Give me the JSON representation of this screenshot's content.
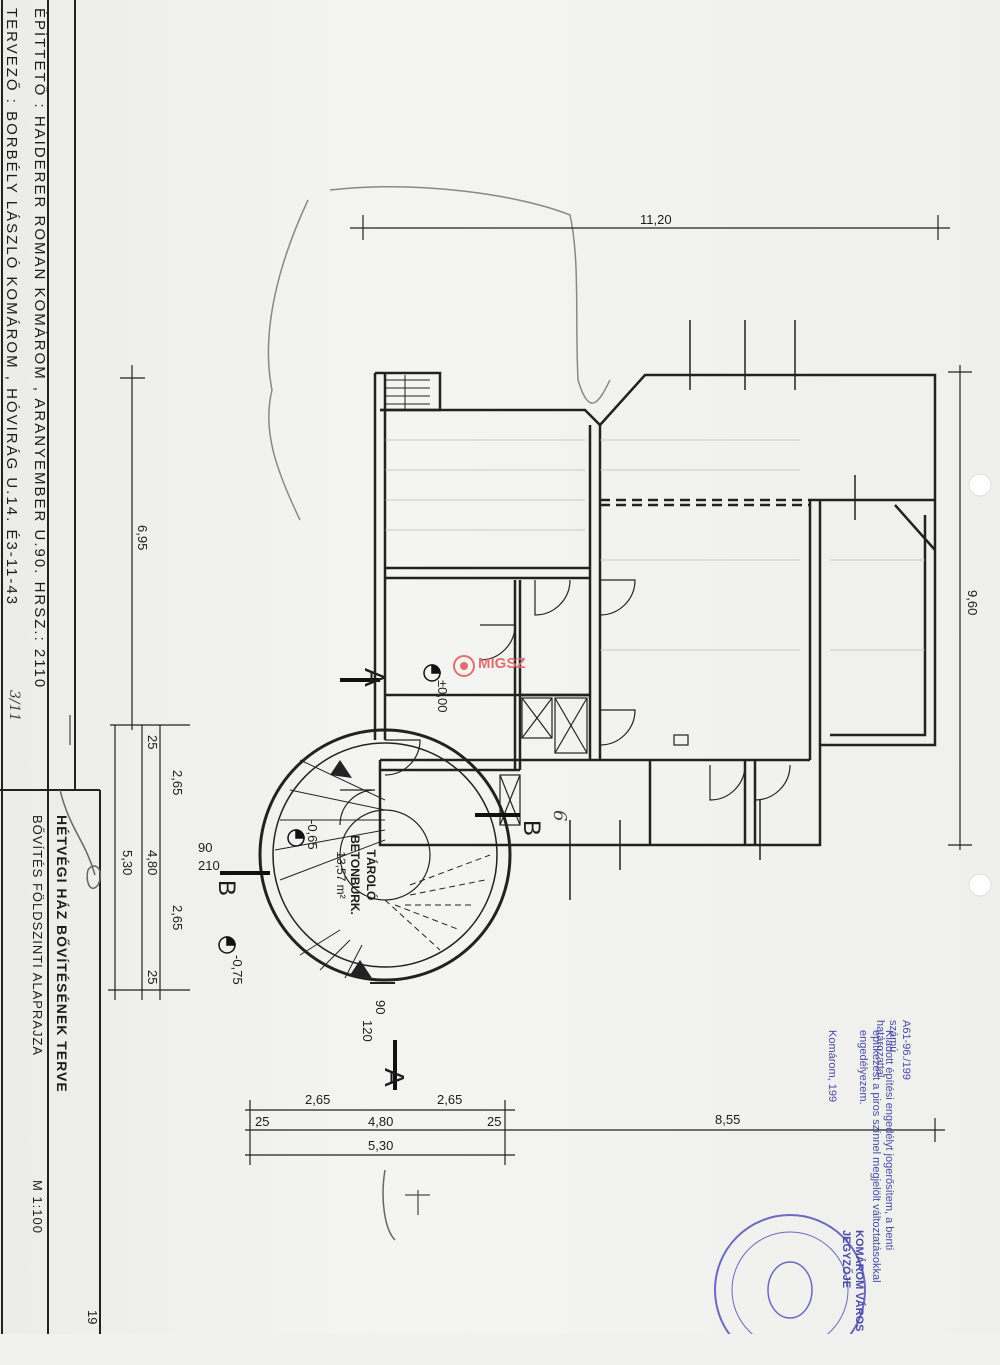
{
  "title_block": {
    "builder": "ÉPÍTTETŐ : HAIDERER ROMAN KOMÁROM , ARANYEMBER U.90. HRSZ.: 2110",
    "designer": "TERVEZŐ : BORBÉLY LÁSZLÓ KOMÁROM , HÓVIRÁG U.14. É3-11-43",
    "project_title": "HÉTVÉGI HÁZ BŐVÍTÉSÉNEK TERVE",
    "drawing_title": "BŐVÍTÉS FÖLDSZINTI ALAPRAJZA",
    "scale": "M 1:100",
    "sheet_no": "19"
  },
  "dimensions": {
    "top": "11,20",
    "right": "9,60",
    "left": "6,95",
    "right_bottom": "8,55",
    "left_a": "2,65",
    "left_b": "4,80",
    "left_c": "2,65",
    "left_d": "5,30",
    "left_25a": "25",
    "left_25b": "25",
    "left_90": "90",
    "left_210": "210",
    "bot_a": "2,65",
    "bot_b": "2,65",
    "bot_c": "4,80",
    "bot_d": "5,30",
    "bot_25a": "25",
    "bot_25b": "25",
    "bot_90": "90",
    "bot_120": "120"
  },
  "levels": {
    "floor": "±0,00",
    "storage": "-0,65",
    "outside": "-0,75"
  },
  "room": {
    "name": "TÁROLÓ",
    "type": "BETONBURK.",
    "area": "13,57 m²"
  },
  "section_marks": {
    "a": "A",
    "b": "B"
  },
  "watermark": "MIGSZ",
  "stamp": {
    "text": "Kiadott építési engedélyt jogerősítem, a benti építkezést a piros színnel megjelölt változtatásokkal engedélyezem.",
    "ref": "A61-96./199 számú határozattal",
    "place_date": "Komárom, 199",
    "seal": "KOMÁROM VÁROS JEGYZŐJE"
  },
  "handwriting": {
    "note1": "3/11",
    "note2": "6"
  }
}
